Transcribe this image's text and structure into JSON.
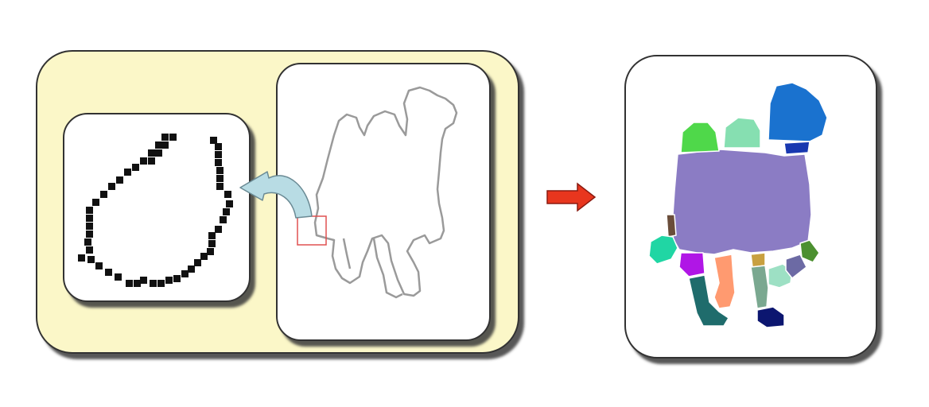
{
  "diagram": {
    "panels": [
      {
        "id": "input-group",
        "role": "yellow group containing zoom and outline"
      },
      {
        "id": "zoom-panel",
        "role": "pixel-level zoom of contour"
      },
      {
        "id": "outline-panel",
        "role": "camel contour outline"
      },
      {
        "id": "segmented-panel",
        "role": "camel decomposed into colored parts"
      }
    ],
    "connectors": [
      {
        "from": "outline-panel",
        "to": "zoom-panel",
        "type": "curved-arrow"
      },
      {
        "from": "input-group",
        "to": "segmented-panel",
        "type": "straight-arrow"
      }
    ],
    "colors": {
      "group_fill": "#fbf7c8",
      "panel_fill": "#ffffff",
      "outline_stroke": "#9a9a9a",
      "pixel": "#111111",
      "highlight_box": "#e05050",
      "curved_arrow": "#b8dce4",
      "right_arrow": "#e8361e",
      "parts": {
        "body": "#8b7cc4",
        "hump_front": "#4fd84a",
        "hump_back": "#86dfb1",
        "head": "#1a72cf",
        "neck_band": "#1838b0",
        "tail_tuft": "#20d6a4",
        "tail": "#6a4d3a",
        "rear_thigh": "#b016e6",
        "rear_leg": "#1f6c6c",
        "rear_leg_2": "#ff9a70",
        "front_thigh": "#c8a040",
        "front_leg": "#7aa890",
        "front_hoof": "#0c1670",
        "foreleg_raised": "#9de0c4",
        "foreleg_upper": "#4c9030",
        "foreleg_band": "#6c6aa4"
      }
    }
  }
}
